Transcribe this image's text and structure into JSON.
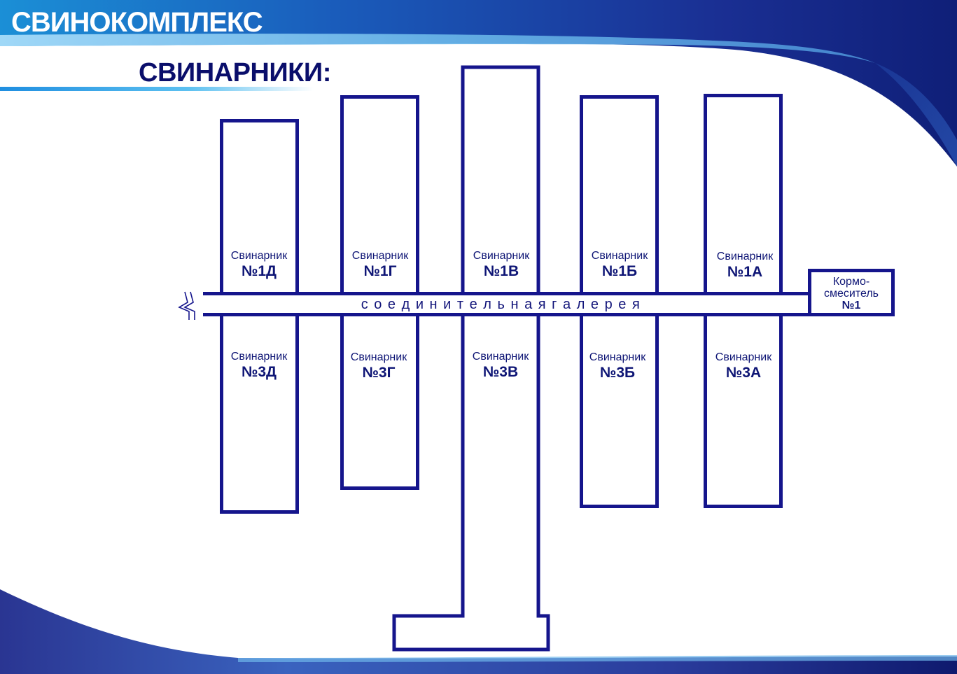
{
  "header": {
    "title": "СВИНОКОМПЛЕКС"
  },
  "page_title": "СВИНАРНИКИ:",
  "buildings": {
    "b1d": {
      "caption": "Свинарник",
      "number": "№1Д"
    },
    "b1g": {
      "caption": "Свинарник",
      "number": "№1Г"
    },
    "b1v": {
      "caption": "Свинарник",
      "number": "№1В"
    },
    "b1b": {
      "caption": "Свинарник",
      "number": "№1Б"
    },
    "b1a": {
      "caption": "Свинарник",
      "number": "№1А"
    },
    "b3d": {
      "caption": "Свинарник",
      "number": "№3Д"
    },
    "b3g": {
      "caption": "Свинарник",
      "number": "№3Г"
    },
    "b3v": {
      "caption": "Свинарник",
      "number": "№3В"
    },
    "b3b": {
      "caption": "Свинарник",
      "number": "№3Б"
    },
    "b3a": {
      "caption": "Свинарник",
      "number": "№3А"
    }
  },
  "gallery": {
    "label": "с о е д и н и т е л ь н а я        г а л е р е я"
  },
  "mixer": {
    "line1": "Кормо-",
    "line2": "смеситель",
    "number": "№1"
  },
  "colors": {
    "outline": "#15158c",
    "text_dark": "#0a0e6b",
    "header_band": "#1b3f9c",
    "accent_light": "#5fb8ea"
  },
  "icons": {
    "gallery_break": "break-line-icon"
  }
}
